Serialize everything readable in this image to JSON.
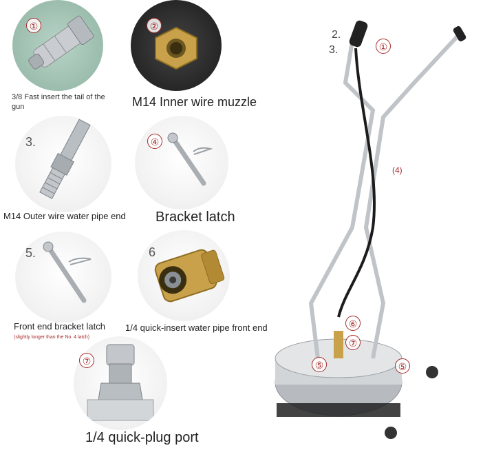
{
  "parts": [
    {
      "marker": "①",
      "label": "3/8 Fast insert the tail of the gun"
    },
    {
      "marker": "②",
      "label": "M14 Inner wire muzzle"
    },
    {
      "marker": "3.",
      "label": "M14 Outer wire water pipe end"
    },
    {
      "marker": "④",
      "label": "Bracket latch"
    },
    {
      "marker": "5.",
      "label": "Front end bracket latch",
      "note": "(slightly longer than the No. 4 latch)"
    },
    {
      "marker": "6",
      "label": "1/4 quick-insert water pipe front end"
    },
    {
      "marker": "⑦",
      "label": "1/4 quick-plug port"
    }
  ],
  "diagram_callouts": {
    "handle_2": "2.",
    "handle_3": "3.",
    "handle_1": "①",
    "latch_4": "(4)",
    "hose_6": "⑥",
    "hose_7": "⑦",
    "base_5_left": "⑤",
    "base_5_right": "⑤"
  },
  "colors": {
    "accent": "#a82a2a",
    "brass": "#c9a14a",
    "steel": "#c0c4c8"
  }
}
